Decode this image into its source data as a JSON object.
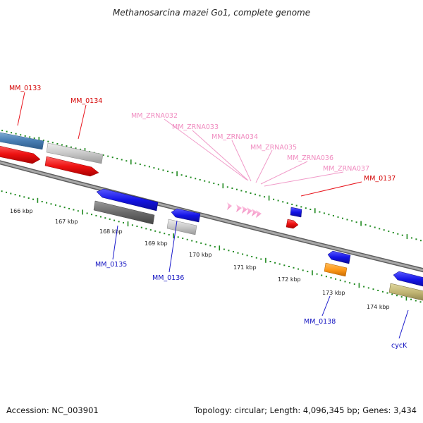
{
  "map": {
    "title": "Methanosarcina mazei Go1, complete genome",
    "accession": "Accession: NC_003901",
    "summary": "Topology: circular; Length: 4,096,345 bp; Genes: 3,434"
  },
  "scale": {
    "kbp_labels": [
      "166 kbp",
      "167 kbp",
      "168 kbp",
      "169 kbp",
      "170 kbp",
      "171 kbp",
      "172 kbp",
      "173 kbp",
      "174 kbp"
    ]
  },
  "features": {
    "forward": [
      {
        "name": "MM_0133",
        "color": "#e8141c"
      },
      {
        "name": "MM_0134",
        "color": "#e8141c"
      },
      {
        "name": "MM_ZRNA032",
        "color": "#f09ac8"
      },
      {
        "name": "MM_ZRNA033",
        "color": "#f09ac8"
      },
      {
        "name": "MM_ZRNA034",
        "color": "#f09ac8"
      },
      {
        "name": "MM_ZRNA035",
        "color": "#f09ac8"
      },
      {
        "name": "MM_ZRNA036",
        "color": "#f09ac8"
      },
      {
        "name": "MM_ZRNA037",
        "color": "#f09ac8"
      },
      {
        "name": "MM_0137",
        "color": "#e8141c"
      }
    ],
    "reverse": [
      {
        "name": "MM_0135",
        "color": "#1a1acc"
      },
      {
        "name": "MM_0136",
        "color": "#1a1acc"
      },
      {
        "name": "MM_0138",
        "color": "#1a1acc"
      },
      {
        "name": "cycK",
        "color": "#1a1acc"
      }
    ]
  },
  "colors": {
    "forward_label": "#d40000",
    "rna_label": "#f08cc0",
    "reverse_label": "#1010c0",
    "backbone": "#8c8c8c",
    "tick_green": "#208a20"
  }
}
